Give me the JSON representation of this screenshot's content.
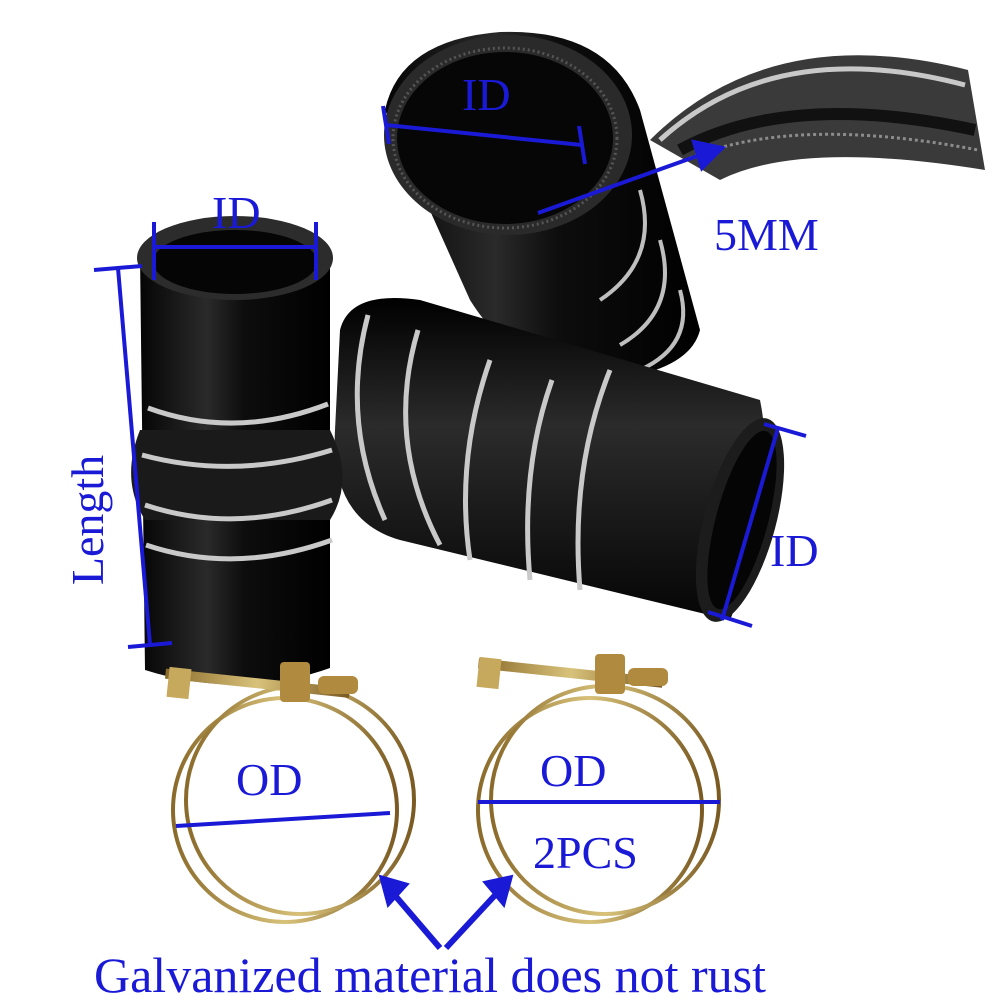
{
  "labels": {
    "id_top": "ID",
    "id_left": "ID",
    "id_right": "ID",
    "wall_thickness": "5MM",
    "length": "Length",
    "od_left": "OD",
    "od_right": "OD",
    "quantity": "2PCS",
    "caption": "Galvanized material does not rust"
  },
  "colors": {
    "annotation": "#1a1ad6",
    "hose": "#111111",
    "clamp_wire": "#b59a5a",
    "background": "#ffffff"
  }
}
